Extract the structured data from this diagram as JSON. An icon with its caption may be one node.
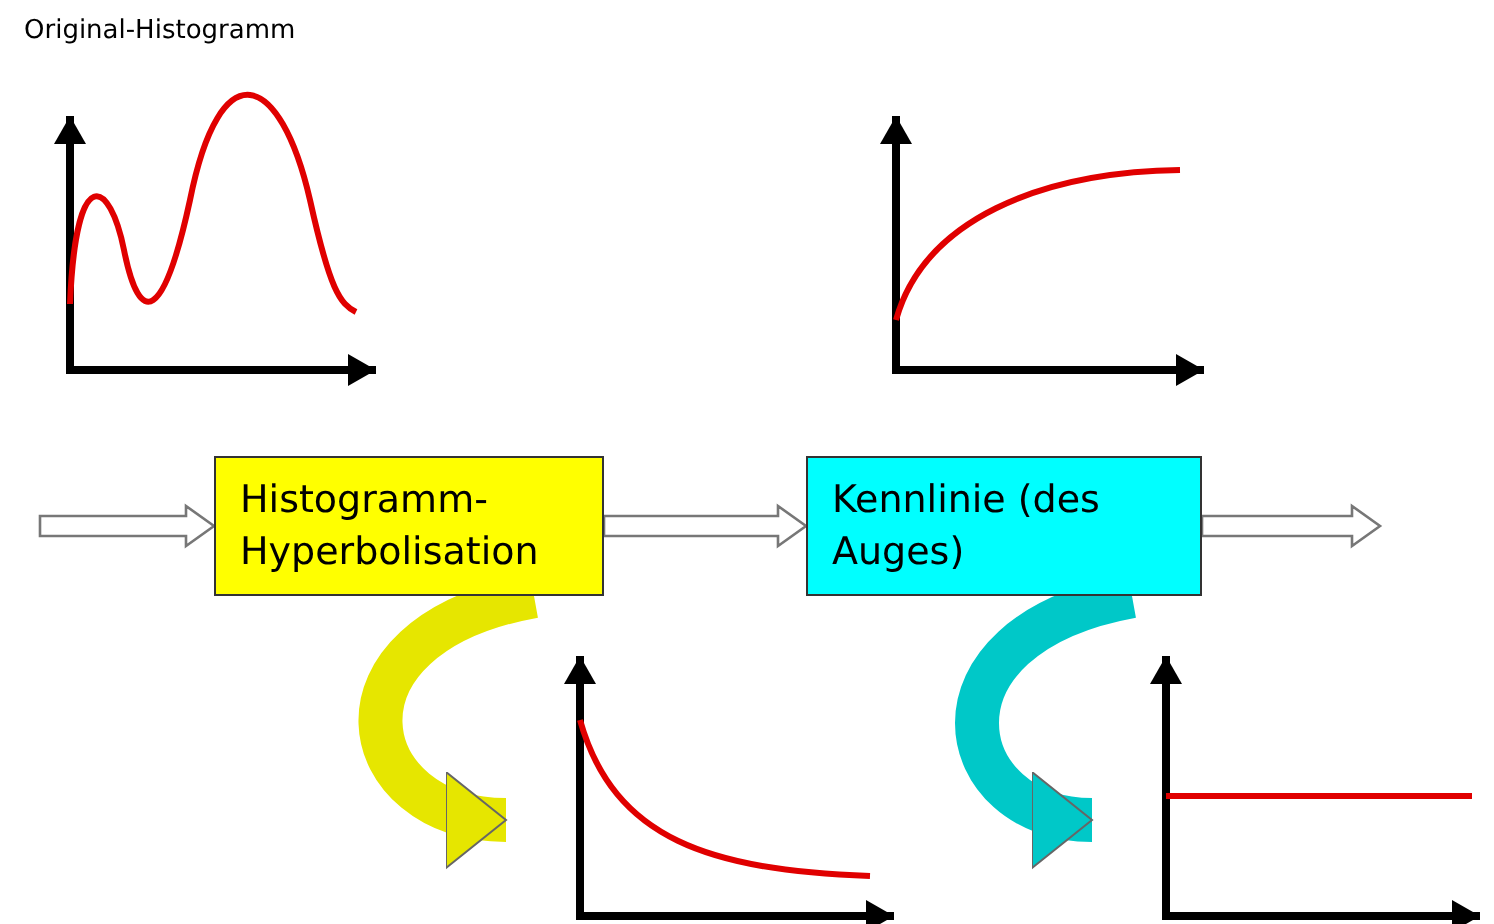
{
  "diagram": {
    "nodes": [
      {
        "text": [
          "Histogramm- Hyperbolisation"
        ]
      },
      {
        "text": [
          "Kennlinie (des Auges)"
        ]
      },
      {
        "text": [],
        "shape": "picture"
      },
      {
        "text": [],
        "shape": "picture"
      }
    ],
    "edges": [
      {
        "from": null,
        "to": 0,
        "arrow": "to"
      },
      {
        "from": 0,
        "to": 1,
        "arrow": "to"
      },
      {
        "from": 1,
        "to": null,
        "arrow": "to"
      },
      {
        "from": 0,
        "to": 2,
        "arrow": "to",
        "color": "#e6e600"
      },
      {
        "from": 1,
        "to": 3,
        "arrow": "to",
        "color": "#00c8c8"
      }
    ],
    "labels": [
      "Original-Histogramm"
    ]
  }
}
